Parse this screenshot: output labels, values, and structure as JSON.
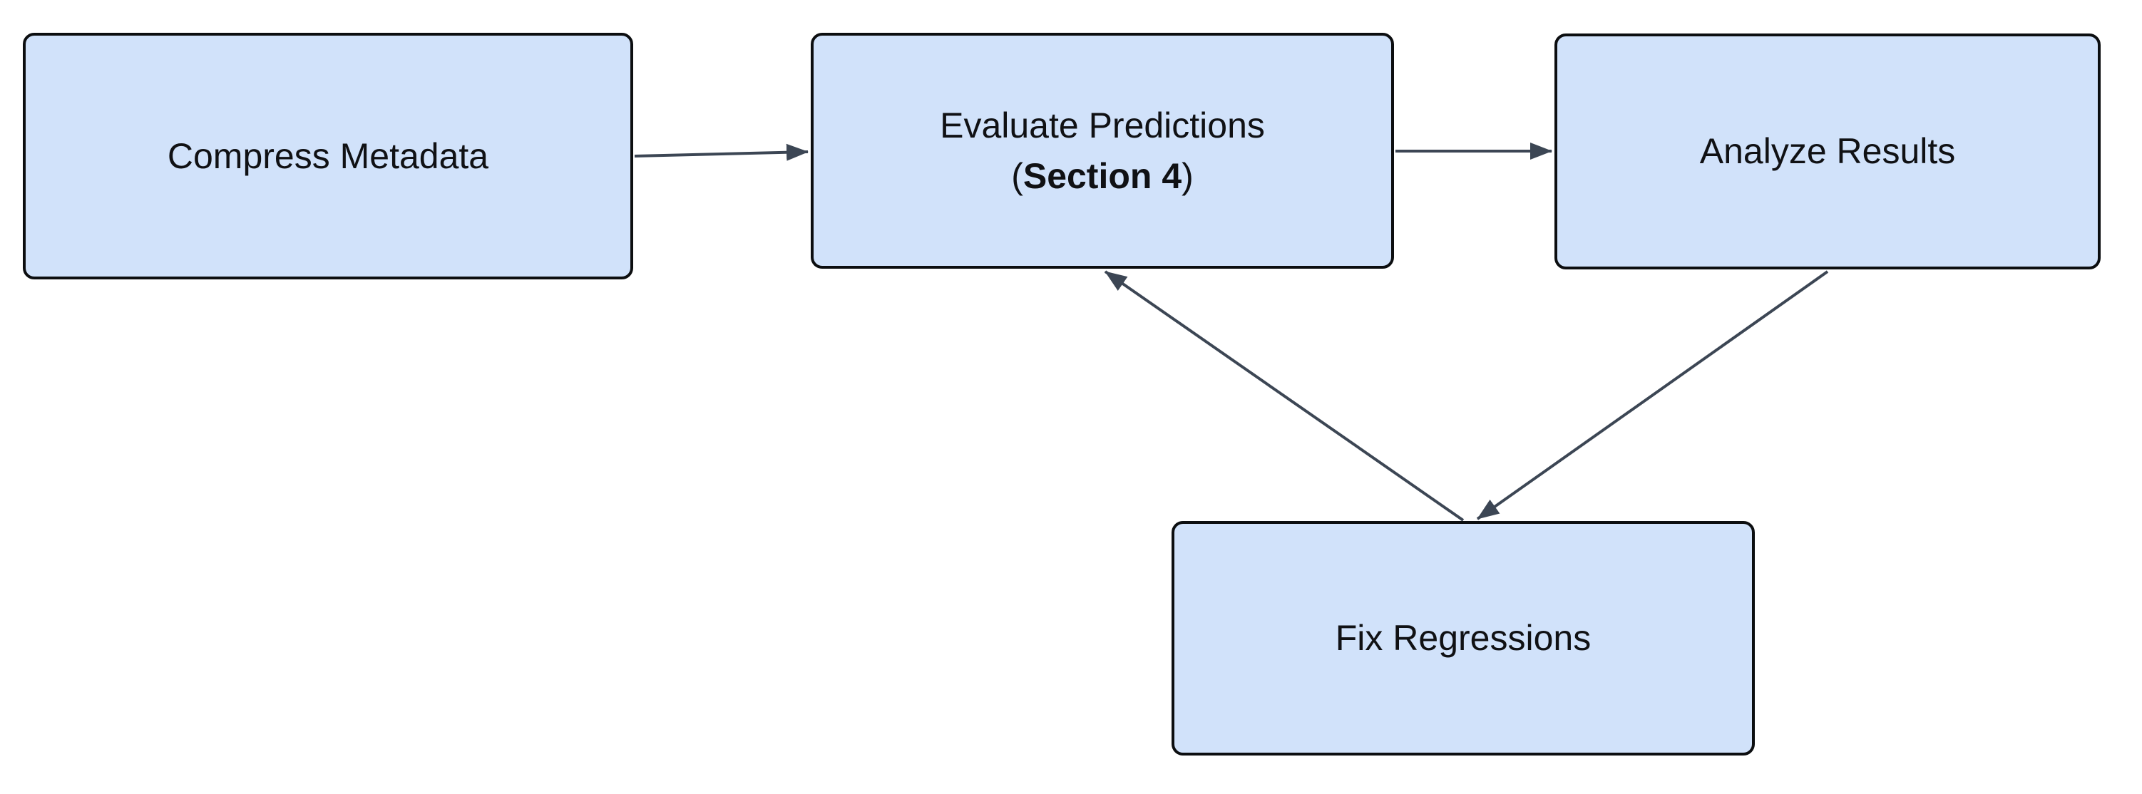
{
  "diagram": {
    "background_color": "#ffffff",
    "node_fill_color": "#d1e2fa",
    "node_border_color": "#0c0e10",
    "arrow_color": "#3c4654",
    "text_color": "#101114",
    "nodes": [
      {
        "id": "compress-metadata",
        "label": "Compress Metadata"
      },
      {
        "id": "evaluate-predictions",
        "label": "Evaluate Predictions",
        "sub_prefix": "(",
        "sub_bold": "Section 4",
        "sub_suffix": ")"
      },
      {
        "id": "analyze-results",
        "label": "Analyze Results"
      },
      {
        "id": "fix-regressions",
        "label": "Fix Regressions"
      }
    ],
    "edges": [
      {
        "from": "compress-metadata",
        "to": "evaluate-predictions"
      },
      {
        "from": "evaluate-predictions",
        "to": "analyze-results"
      },
      {
        "from": "analyze-results",
        "to": "fix-regressions"
      },
      {
        "from": "fix-regressions",
        "to": "evaluate-predictions"
      }
    ]
  }
}
